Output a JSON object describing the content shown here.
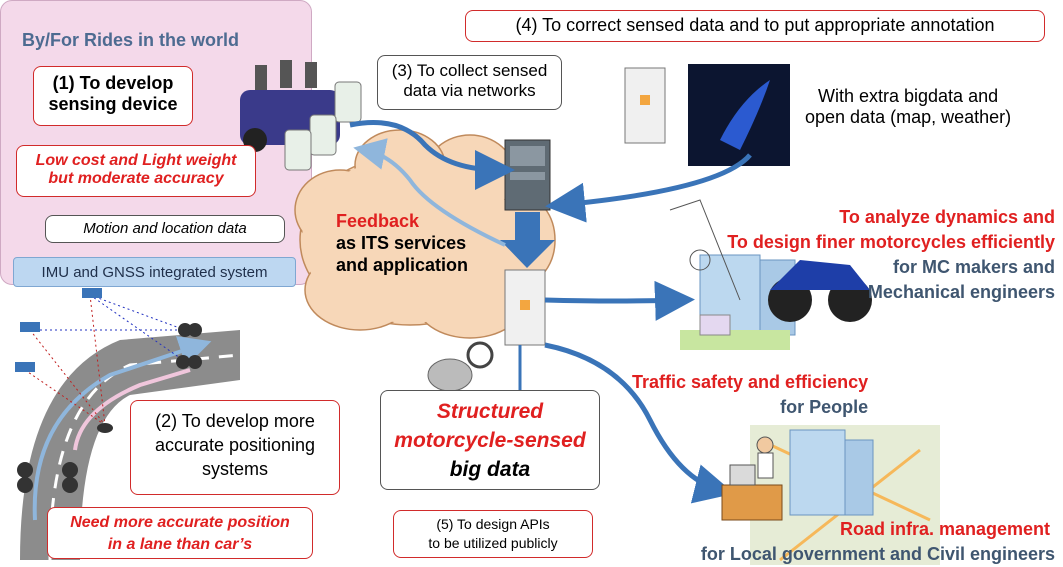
{
  "world": {
    "title": "By/For Rides in the world"
  },
  "step1": {
    "line1": "(1) To develop",
    "line2": "sensing device"
  },
  "lowcost": {
    "line1": "Low cost and Light weight",
    "line2": "but moderate accuracy"
  },
  "motion": {
    "text": "Motion and location data"
  },
  "imu": {
    "text": "IMU and GNSS integrated system"
  },
  "step3": {
    "line1": "(3) To collect sensed",
    "line2": "data via networks"
  },
  "step4": {
    "text": "(4) To correct sensed data and to put appropriate annotation"
  },
  "extra": {
    "line1": "With extra bigdata and",
    "line2": "open data (map, weather)"
  },
  "feedback": {
    "line1": "Feedback",
    "line2": "as ITS services",
    "line3": "and application"
  },
  "analyze": {
    "line1": "To analyze dynamics and",
    "line2": "To design finer motorcycles efficiently",
    "line3": "for MC makers and",
    "line4": "Mechanical engineers"
  },
  "traffic": {
    "line1": "Traffic safety and efficiency",
    "line2": "for People"
  },
  "road": {
    "line1": "Road infra. management",
    "line2": "for Local government and Civil engineers"
  },
  "step2": {
    "line1": "(2) To develop more",
    "line2": "accurate positioning",
    "line3": "systems"
  },
  "lane": {
    "line1": "Need more accurate position",
    "line2": "in a lane than car’s"
  },
  "structured": {
    "line1": "Structured",
    "line2": "motorcycle-sensed",
    "line3": "big data"
  },
  "step5": {
    "line1": "(5) To design APIs",
    "line2": "to be utilized publicly"
  },
  "colors": {
    "accent_red": "#e02020",
    "arrow_blue": "#3a74b8",
    "cloud": "#f7d7b8",
    "panel_pink": "#f4d9ea"
  }
}
